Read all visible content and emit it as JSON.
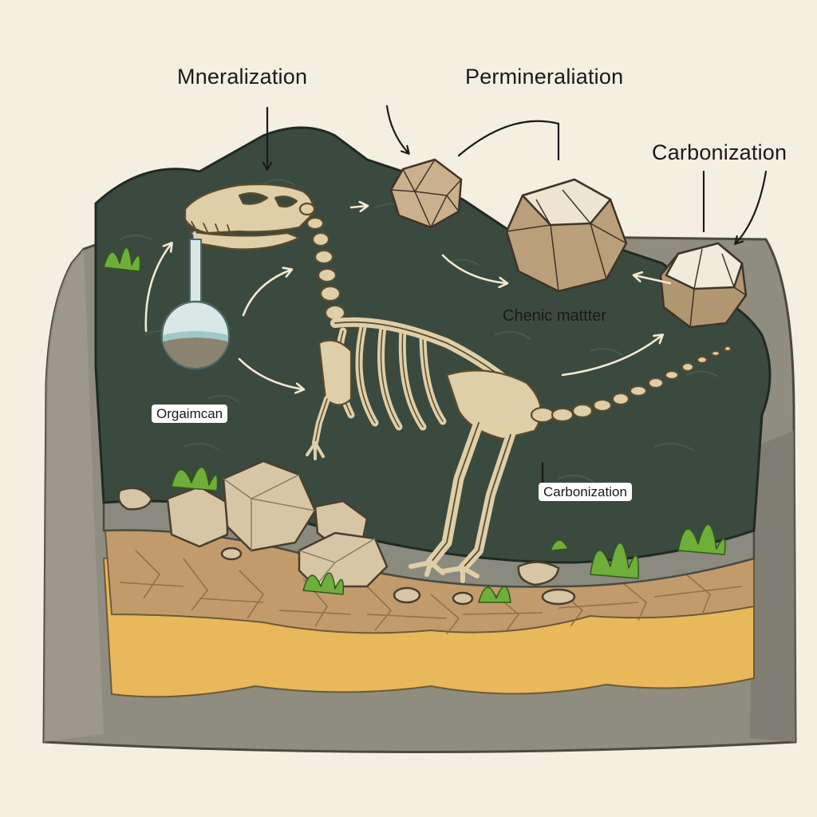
{
  "labels": {
    "mineralization": "Mneralization",
    "permineralization": "Permineraliation",
    "carbonization_top": "Carbonization",
    "chemic_matter": "Chenic mattter",
    "organic": "Orgaimcan",
    "carbonization_bottom": "Carbonization"
  },
  "colors": {
    "background": "#f5efe2",
    "outer_rock": "#8f8d80",
    "dark_matrix": "#3b4a3f",
    "sediment_band": "#c19b6c",
    "sand_band": "#e9b85a",
    "bone": "#dfcfa8",
    "stone": "#d6c6a6",
    "grass": "#6fae3a",
    "flask_liquid": "#9ec9c9",
    "arrow": "#1a1a1a"
  },
  "icons": {
    "flask": "flask-icon",
    "skeleton": "dinosaur-skeleton-icon",
    "rock": "rock-icon",
    "grass": "grass-icon"
  }
}
